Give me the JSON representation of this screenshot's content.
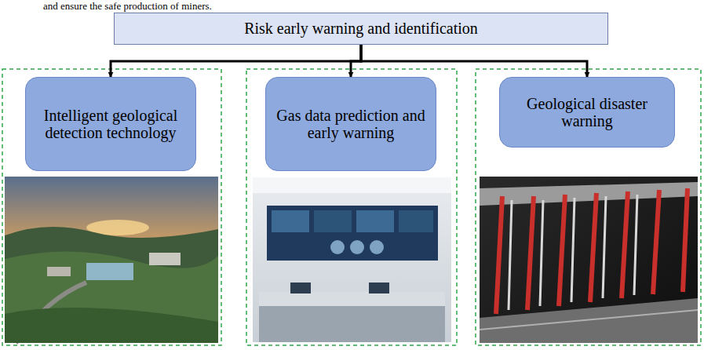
{
  "diagram": {
    "nodes": [
      {
        "text": [
          "Risk early warning and identification"
        ]
      },
      {
        "text": [
          "Intelligent geological detection technology"
        ]
      },
      {
        "text": [
          "Gas data prediction and early warning"
        ]
      },
      {
        "text": [
          "Geological disaster warning"
        ]
      }
    ],
    "edges": [
      {
        "from": 0,
        "to": 1,
        "arrow": "to"
      },
      {
        "from": 0,
        "to": 2,
        "arrow": "to"
      },
      {
        "from": 0,
        "to": 3,
        "arrow": "to"
      }
    ],
    "labels": [
      "and ensure the safe production of miners."
    ]
  }
}
